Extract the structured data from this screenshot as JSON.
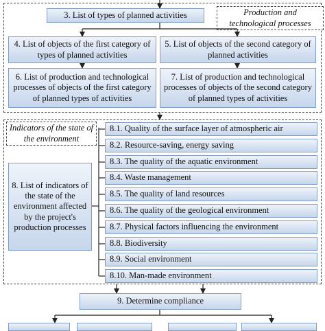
{
  "groups": {
    "production_label": "Production and technological processes",
    "environment_label": "Indicators of the state of the environment"
  },
  "boxes": {
    "b3": "3. List of types of planned activities",
    "b4": "4. List of objects of the first category of types of planned activities",
    "b5": "5. List of objects of the second category of planned activities",
    "b6": "6. List of production and technological processes of objects of the first category of planned types of activities",
    "b7": "7. List of production and technological processes of objects of the second category of planned types of activities",
    "b8": "8. List of indicators of the state of the environment affected by the project's production processes",
    "b9": "9. Determine compliance"
  },
  "indicators": [
    "8.1. Quality of the surface layer of atmospheric air",
    "8.2. Resource-saving, energy saving",
    "8.3. The quality of the aquatic environment",
    "8.4. Waste management",
    "8.5. The quality of land resources",
    "8.6. The quality of the geological environment",
    "8.7. Physical factors influencing the environment",
    "8.8. Biodiversity",
    "8.9. Social environment",
    "8.10. Man-made environment"
  ]
}
